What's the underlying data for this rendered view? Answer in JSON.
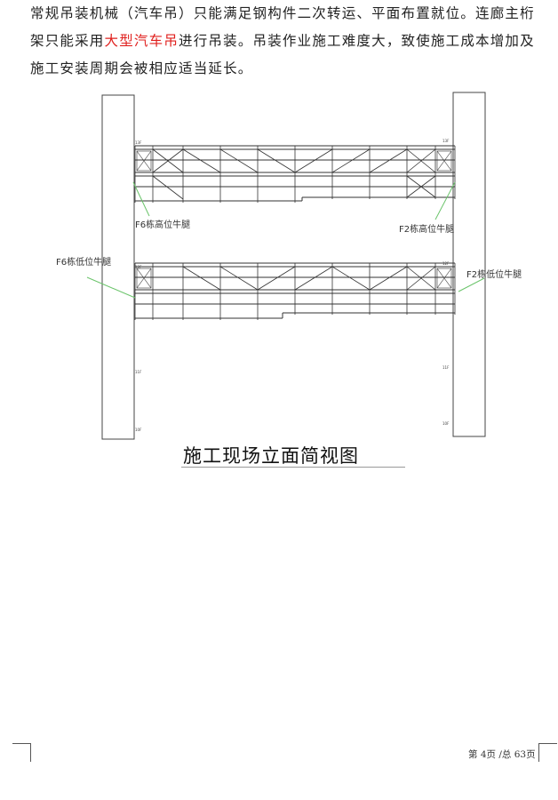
{
  "paragraph": {
    "line1": "常规吊装机械（汽车吊）只能满足钢构件二次转运、平面布置就位。连廊主桁",
    "line2_before": "架只能采用",
    "line2_highlight": "大型汽车吊",
    "line2_after": "进行吊装。吊装作业施工难度大，致使施工成本增加及",
    "line3": "施工安装周期会被相应适当延长。",
    "highlight_color": "#e0201e"
  },
  "figure": {
    "labels": {
      "f6_high": "F6栋高位牛腿",
      "f2_high": "F2栋高位牛腿",
      "f6_low": "F6栋低位牛腿",
      "f2_low": "F2栋低位牛腿"
    },
    "caption": "施工现场立面简视图"
  },
  "footer": {
    "pager": "第 4页 /总 63页"
  }
}
